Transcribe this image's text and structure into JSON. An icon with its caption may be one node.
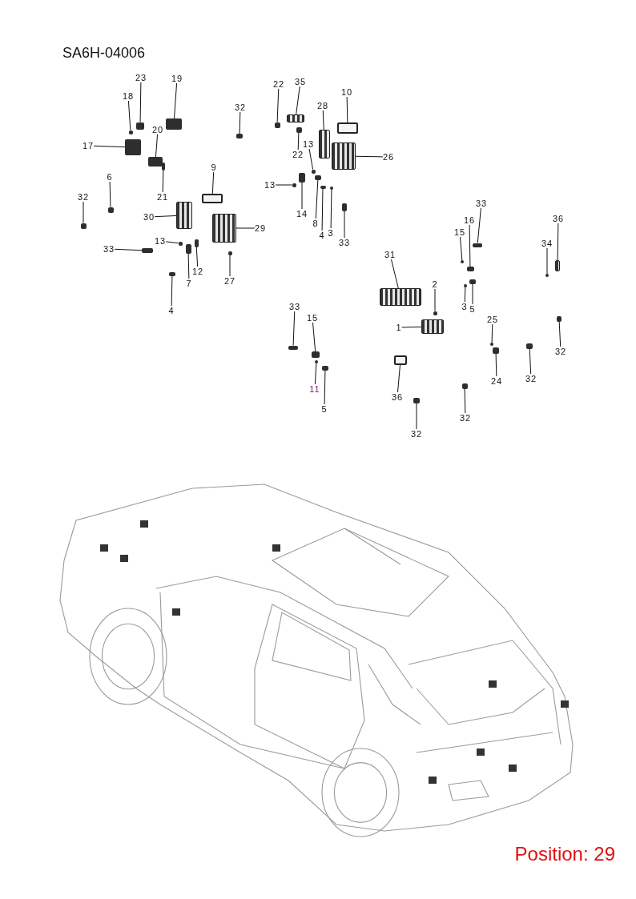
{
  "diagram": {
    "title": "SA6H-04006",
    "nodes": [
      {
        "text": [
          "23"
        ]
      },
      {
        "text": [],
        "shape": "box"
      },
      {
        "text": [
          "19"
        ]
      },
      {
        "text": [],
        "shape": "box"
      },
      {
        "text": [
          "18"
        ]
      },
      {
        "text": [],
        "shape": "box"
      },
      {
        "text": [
          "17"
        ]
      },
      {
        "text": [],
        "shape": "box"
      },
      {
        "text": [
          "20"
        ]
      },
      {
        "text": [],
        "shape": "box"
      },
      {
        "text": [
          "21"
        ]
      },
      {
        "text": [],
        "shape": "box"
      },
      {
        "text": [
          "32"
        ]
      },
      {
        "text": [],
        "shape": "box"
      },
      {
        "text": [
          "6"
        ]
      },
      {
        "text": [],
        "shape": "box"
      },
      {
        "text": [
          "32"
        ]
      },
      {
        "text": [],
        "shape": "box"
      },
      {
        "text": [
          "9"
        ]
      },
      {
        "text": [],
        "shape": "box"
      },
      {
        "text": [
          "30"
        ]
      },
      {
        "text": [],
        "shape": "box"
      },
      {
        "text": [
          "29"
        ]
      },
      {
        "text": [],
        "shape": "box"
      },
      {
        "text": [
          "13"
        ]
      },
      {
        "text": [],
        "shape": "box"
      },
      {
        "text": [
          "33"
        ]
      },
      {
        "text": [],
        "shape": "box"
      },
      {
        "text": [
          "12"
        ]
      },
      {
        "text": [],
        "shape": "box"
      },
      {
        "text": [
          "7"
        ]
      },
      {
        "text": [],
        "shape": "box"
      },
      {
        "text": [
          "27"
        ]
      },
      {
        "text": [],
        "shape": "box"
      },
      {
        "text": [
          "4"
        ]
      },
      {
        "text": [],
        "shape": "box"
      },
      {
        "text": [
          "22"
        ]
      },
      {
        "text": [],
        "shape": "box"
      },
      {
        "text": [
          "35"
        ]
      },
      {
        "text": [],
        "shape": "box"
      },
      {
        "text": [
          "28"
        ]
      },
      {
        "text": [],
        "shape": "box"
      },
      {
        "text": [
          "10"
        ]
      },
      {
        "text": [],
        "shape": "box"
      },
      {
        "text": [
          "22"
        ]
      },
      {
        "text": [],
        "shape": "box"
      },
      {
        "text": [
          "13"
        ]
      },
      {
        "text": [],
        "shape": "box"
      },
      {
        "text": [
          "26"
        ]
      },
      {
        "text": [],
        "shape": "box"
      },
      {
        "text": [
          "13"
        ]
      },
      {
        "text": [],
        "shape": "box"
      },
      {
        "text": [
          "14"
        ]
      },
      {
        "text": [],
        "shape": "box"
      },
      {
        "text": [
          "8"
        ]
      },
      {
        "text": [],
        "shape": "box"
      },
      {
        "text": [
          "4"
        ]
      },
      {
        "text": [],
        "shape": "box"
      },
      {
        "text": [
          "3"
        ]
      },
      {
        "text": [],
        "shape": "box"
      },
      {
        "text": [
          "33"
        ]
      },
      {
        "text": [],
        "shape": "box"
      },
      {
        "text": [
          "33"
        ]
      },
      {
        "text": [],
        "shape": "box"
      },
      {
        "text": [
          "16"
        ]
      },
      {
        "text": [],
        "shape": "box"
      },
      {
        "text": [
          "15"
        ]
      },
      {
        "text": [],
        "shape": "box"
      },
      {
        "text": [
          "36"
        ]
      },
      {
        "text": [],
        "shape": "box"
      },
      {
        "text": [
          "34"
        ]
      },
      {
        "text": [],
        "shape": "box"
      },
      {
        "text": [
          "31"
        ]
      },
      {
        "text": [],
        "shape": "box"
      },
      {
        "text": [
          "2"
        ]
      },
      {
        "text": [],
        "shape": "box"
      },
      {
        "text": [
          "3"
        ]
      },
      {
        "text": [],
        "shape": "box"
      },
      {
        "text": [
          "5"
        ]
      },
      {
        "text": [],
        "shape": "box"
      },
      {
        "text": [
          "1"
        ]
      },
      {
        "text": [],
        "shape": "box"
      },
      {
        "text": [
          "25"
        ]
      },
      {
        "text": [],
        "shape": "box"
      },
      {
        "text": [
          "24"
        ]
      },
      {
        "text": [],
        "shape": "box"
      },
      {
        "text": [
          "32"
        ]
      },
      {
        "text": [],
        "shape": "box"
      },
      {
        "text": [
          "32"
        ]
      },
      {
        "text": [],
        "shape": "box"
      },
      {
        "text": [
          "36"
        ]
      },
      {
        "text": [],
        "shape": "box"
      },
      {
        "text": [
          "32"
        ]
      },
      {
        "text": [],
        "shape": "box"
      },
      {
        "text": [
          "32"
        ]
      },
      {
        "text": [],
        "shape": "box"
      },
      {
        "text": [
          "33"
        ]
      },
      {
        "text": [],
        "shape": "box"
      },
      {
        "text": [
          "15"
        ]
      },
      {
        "text": [],
        "shape": "box"
      },
      {
        "text": [
          "11"
        ]
      },
      {
        "text": [],
        "shape": "box"
      },
      {
        "text": [
          "5"
        ]
      },
      {
        "text": [],
        "shape": "box"
      }
    ],
    "edges": [
      {
        "from": 0,
        "to": 1,
        "arrow": "none"
      },
      {
        "from": 2,
        "to": 3,
        "arrow": "none"
      },
      {
        "from": 4,
        "to": 5,
        "arrow": "none"
      },
      {
        "from": 6,
        "to": 7,
        "arrow": "none"
      },
      {
        "from": 8,
        "to": 9,
        "arrow": "none"
      },
      {
        "from": 10,
        "to": 11,
        "arrow": "none"
      },
      {
        "from": 12,
        "to": 13,
        "arrow": "none"
      },
      {
        "from": 14,
        "to": 15,
        "arrow": "none"
      },
      {
        "from": 16,
        "to": 17,
        "arrow": "none"
      },
      {
        "from": 18,
        "to": 19,
        "arrow": "none"
      },
      {
        "from": 20,
        "to": 21,
        "arrow": "none"
      },
      {
        "from": 22,
        "to": 23,
        "arrow": "none"
      },
      {
        "from": 24,
        "to": 25,
        "arrow": "none"
      },
      {
        "from": 26,
        "to": 27,
        "arrow": "none"
      },
      {
        "from": 28,
        "to": 29,
        "arrow": "none"
      },
      {
        "from": 30,
        "to": 31,
        "arrow": "none"
      },
      {
        "from": 32,
        "to": 33,
        "arrow": "none"
      },
      {
        "from": 34,
        "to": 35,
        "arrow": "none"
      },
      {
        "from": 36,
        "to": 37,
        "arrow": "none"
      },
      {
        "from": 38,
        "to": 39,
        "arrow": "none"
      },
      {
        "from": 40,
        "to": 41,
        "arrow": "none"
      },
      {
        "from": 42,
        "to": 43,
        "arrow": "none"
      },
      {
        "from": 44,
        "to": 45,
        "arrow": "none"
      },
      {
        "from": 46,
        "to": 47,
        "arrow": "none"
      },
      {
        "from": 48,
        "to": 49,
        "arrow": "none"
      },
      {
        "from": 50,
        "to": 51,
        "arrow": "none"
      },
      {
        "from": 52,
        "to": 53,
        "arrow": "none"
      },
      {
        "from": 54,
        "to": 55,
        "arrow": "none"
      },
      {
        "from": 56,
        "to": 57,
        "arrow": "none"
      },
      {
        "from": 58,
        "to": 59,
        "arrow": "none"
      },
      {
        "from": 60,
        "to": 61,
        "arrow": "none"
      },
      {
        "from": 62,
        "to": 63,
        "arrow": "none"
      },
      {
        "from": 64,
        "to": 65,
        "arrow": "none"
      },
      {
        "from": 66,
        "to": 67,
        "arrow": "none"
      },
      {
        "from": 68,
        "to": 69,
        "arrow": "none"
      },
      {
        "from": 70,
        "to": 71,
        "arrow": "none"
      },
      {
        "from": 72,
        "to": 73,
        "arrow": "none"
      },
      {
        "from": 74,
        "to": 75,
        "arrow": "none"
      },
      {
        "from": 76,
        "to": 77,
        "arrow": "none"
      },
      {
        "from": 78,
        "to": 79,
        "arrow": "none"
      },
      {
        "from": 80,
        "to": 81,
        "arrow": "none"
      },
      {
        "from": 82,
        "to": 83,
        "arrow": "none"
      },
      {
        "from": 84,
        "to": 85,
        "arrow": "none"
      },
      {
        "from": 86,
        "to": 87,
        "arrow": "none"
      },
      {
        "from": 88,
        "to": 89,
        "arrow": "none"
      },
      {
        "from": 90,
        "to": 91,
        "arrow": "none"
      },
      {
        "from": 92,
        "to": 93,
        "arrow": "none"
      },
      {
        "from": 94,
        "to": 95,
        "arrow": "none"
      },
      {
        "from": 96,
        "to": 97,
        "arrow": "none"
      },
      {
        "from": 98,
        "to": 99,
        "arrow": "none"
      },
      {
        "from": 100,
        "to": 101,
        "arrow": "none"
      },
      {
        "from": 102,
        "to": 103,
        "arrow": "none"
      }
    ],
    "labels": [
      "Position: 29"
    ]
  }
}
